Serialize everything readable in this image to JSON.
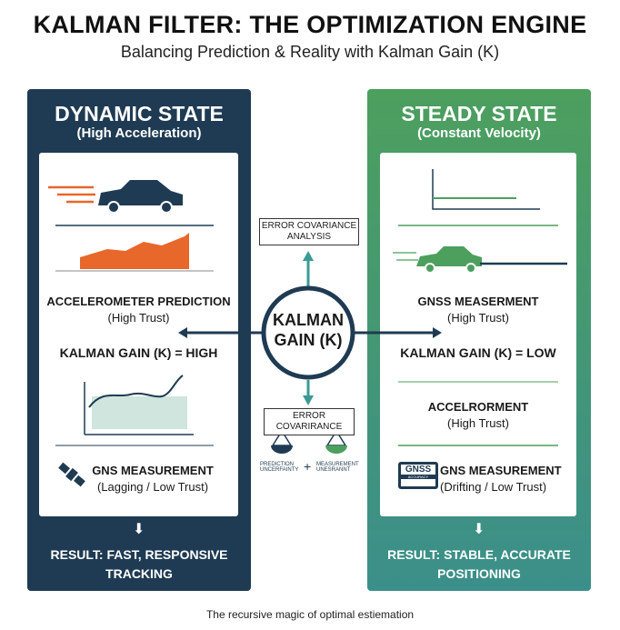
{
  "title": "KALMAN FILTER: THE OPTIMIZATION ENGINE",
  "subtitle": "Balancing Prediction & Reality with Kalman Gain (K)",
  "left": {
    "heading": "DYNAMIC STATE",
    "subheading": "(High Acceleration)",
    "pred_title": "ACCELEROMETER PREDICTION",
    "pred_trust": "(High Trust)",
    "gain": "KALMAN GAIN (K) = HIGH",
    "meas_title": "GNS MEASUREMENT",
    "meas_trust": "(Lagging / Low Trust)",
    "result": "RESULT: FAST, RESPONSIVE TRACKING"
  },
  "right": {
    "heading": "STEADY STATE",
    "subheading": "(Constant Velocity)",
    "meas_title": "GNSS MEASERMENT",
    "meas_trust": "(High Trust)",
    "gain": "KALMAN GAIN (K) = LOW",
    "accel_title": "ACCELRORMENT",
    "accel_trust": "(High Trust)",
    "gnss_icon_label": "GNSS",
    "gnss_icon_sub": "ACCURACY",
    "meas2_title": "GNS MEASUREMENT",
    "meas2_trust": "(Drifting / Low Trust)",
    "result": "RESULT: STABLE, ACCURATE POSITIONING"
  },
  "center": {
    "top_box": "ERROR COVARIANCE ANALYSIS",
    "circle": "KALMAN GAIN (K)",
    "bottom_box": "ERROR COVARIRANCE",
    "pred_unc": "PREDICTION UNCERFAINTY",
    "plus": "+",
    "meas_unc": "MEASUREMENT UNESRANNT"
  },
  "caption": "The recursive magic of optimal estiemation",
  "colors": {
    "navy": "#1f3b53",
    "green": "#4d9f5e",
    "teal": "#3b9a94",
    "orange": "#e8672a"
  }
}
